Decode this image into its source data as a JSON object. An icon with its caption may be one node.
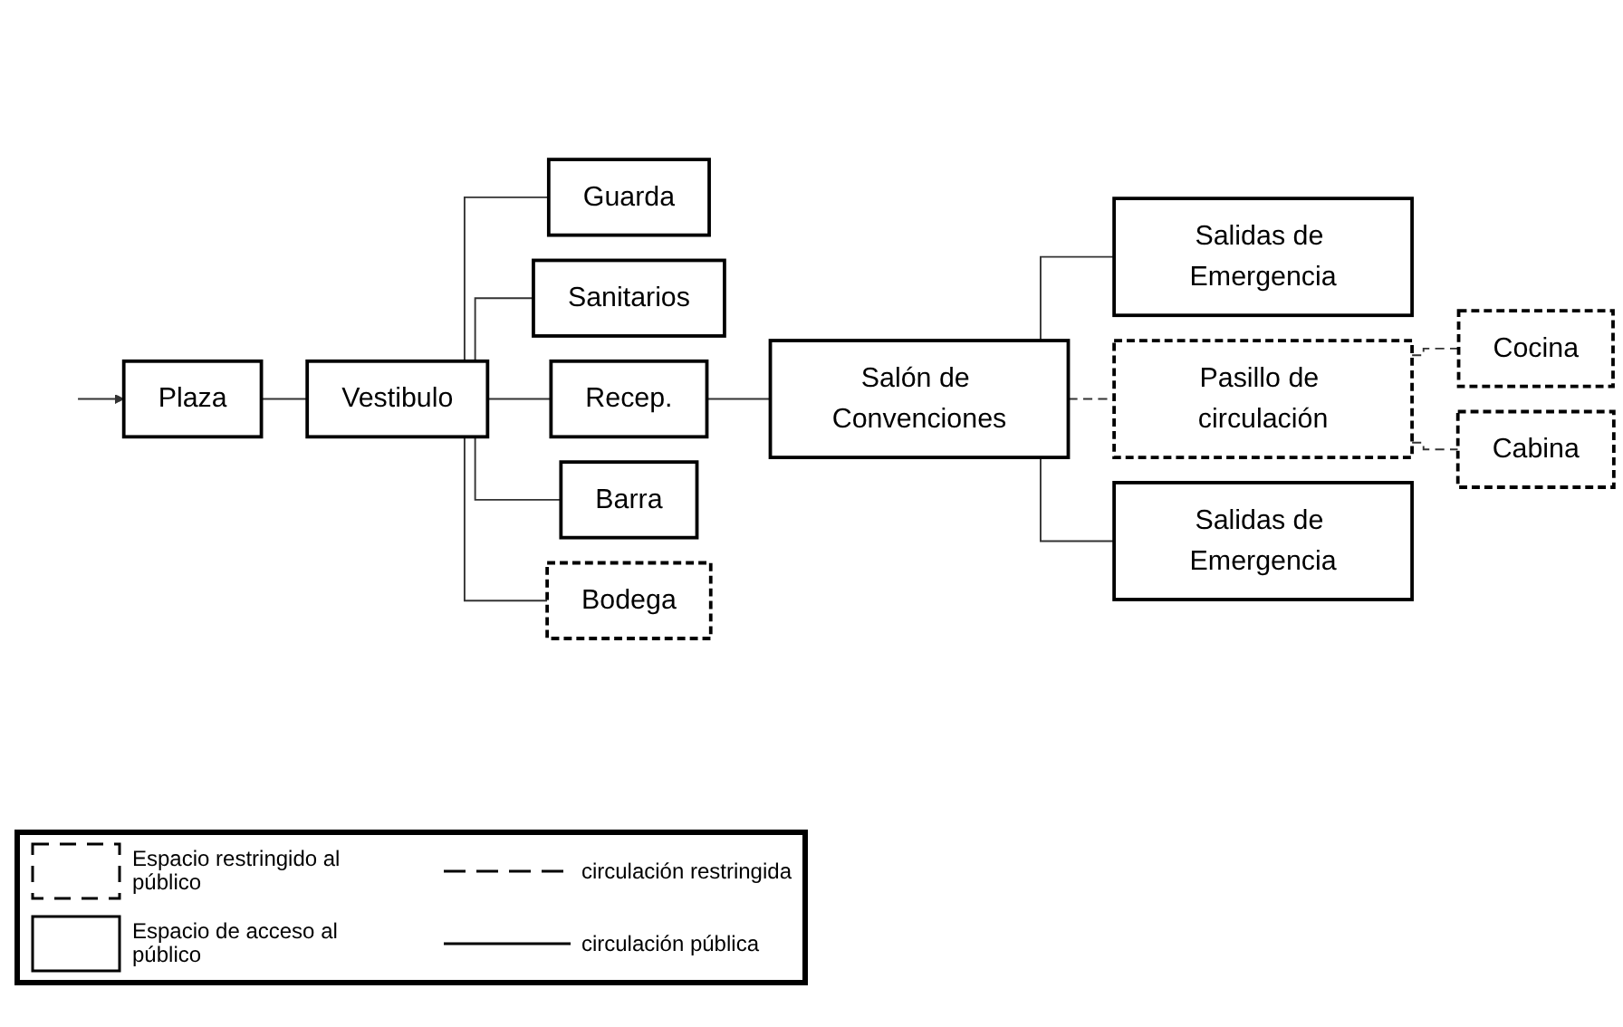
{
  "diagram": {
    "nodes": [
      {
        "text": [
          "Salidas de Emergencia"
        ]
      },
      {
        "text": [
          "Guarda"
        ]
      },
      {
        "text": [
          "Sanitarios"
        ]
      },
      {
        "text": [
          "Cocina"
        ]
      },
      {
        "text": [
          "Plaza"
        ]
      },
      {
        "text": [
          "Vestibulo"
        ]
      },
      {
        "text": [
          "Recep."
        ]
      },
      {
        "text": [
          "Salón de Convenciones"
        ]
      },
      {
        "text": [
          "Pasillo de circulación"
        ]
      },
      {
        "text": [
          "Barra"
        ]
      },
      {
        "text": [
          "Bodega"
        ]
      },
      {
        "text": [
          "Cabina"
        ]
      },
      {
        "text": [
          "Salidas de Emergencia"
        ]
      }
    ],
    "edges": [
      {
        "from": null,
        "to": 4,
        "arrow": "to"
      },
      {
        "from": 4,
        "to": 5,
        "arrow": "none"
      },
      {
        "from": 5,
        "to": 1,
        "arrow": "none"
      },
      {
        "from": 5,
        "to": 9,
        "arrow": "none"
      },
      {
        "from": 5,
        "to": 2,
        "arrow": "none"
      },
      {
        "from": 5,
        "to": 10,
        "arrow": "none"
      },
      {
        "from": 5,
        "to": 6,
        "arrow": "none"
      },
      {
        "from": 6,
        "to": 7,
        "arrow": "none"
      },
      {
        "from": 7,
        "to": 0,
        "arrow": "none"
      },
      {
        "from": 7,
        "to": 12,
        "arrow": "none"
      },
      {
        "from": 7,
        "to": 8,
        "arrow": "none",
        "style": "dashed"
      },
      {
        "from": 8,
        "to": 3,
        "arrow": "none",
        "style": "dashed"
      },
      {
        "from": 8,
        "to": 11,
        "arrow": "none",
        "style": "dashed"
      }
    ],
    "legend": [
      {
        "text": "Espacio restringido al público"
      },
      {
        "text": "circulación restringida"
      },
      {
        "text": "Espacio de acceso al público"
      },
      {
        "text": "circulación pública"
      }
    ]
  }
}
